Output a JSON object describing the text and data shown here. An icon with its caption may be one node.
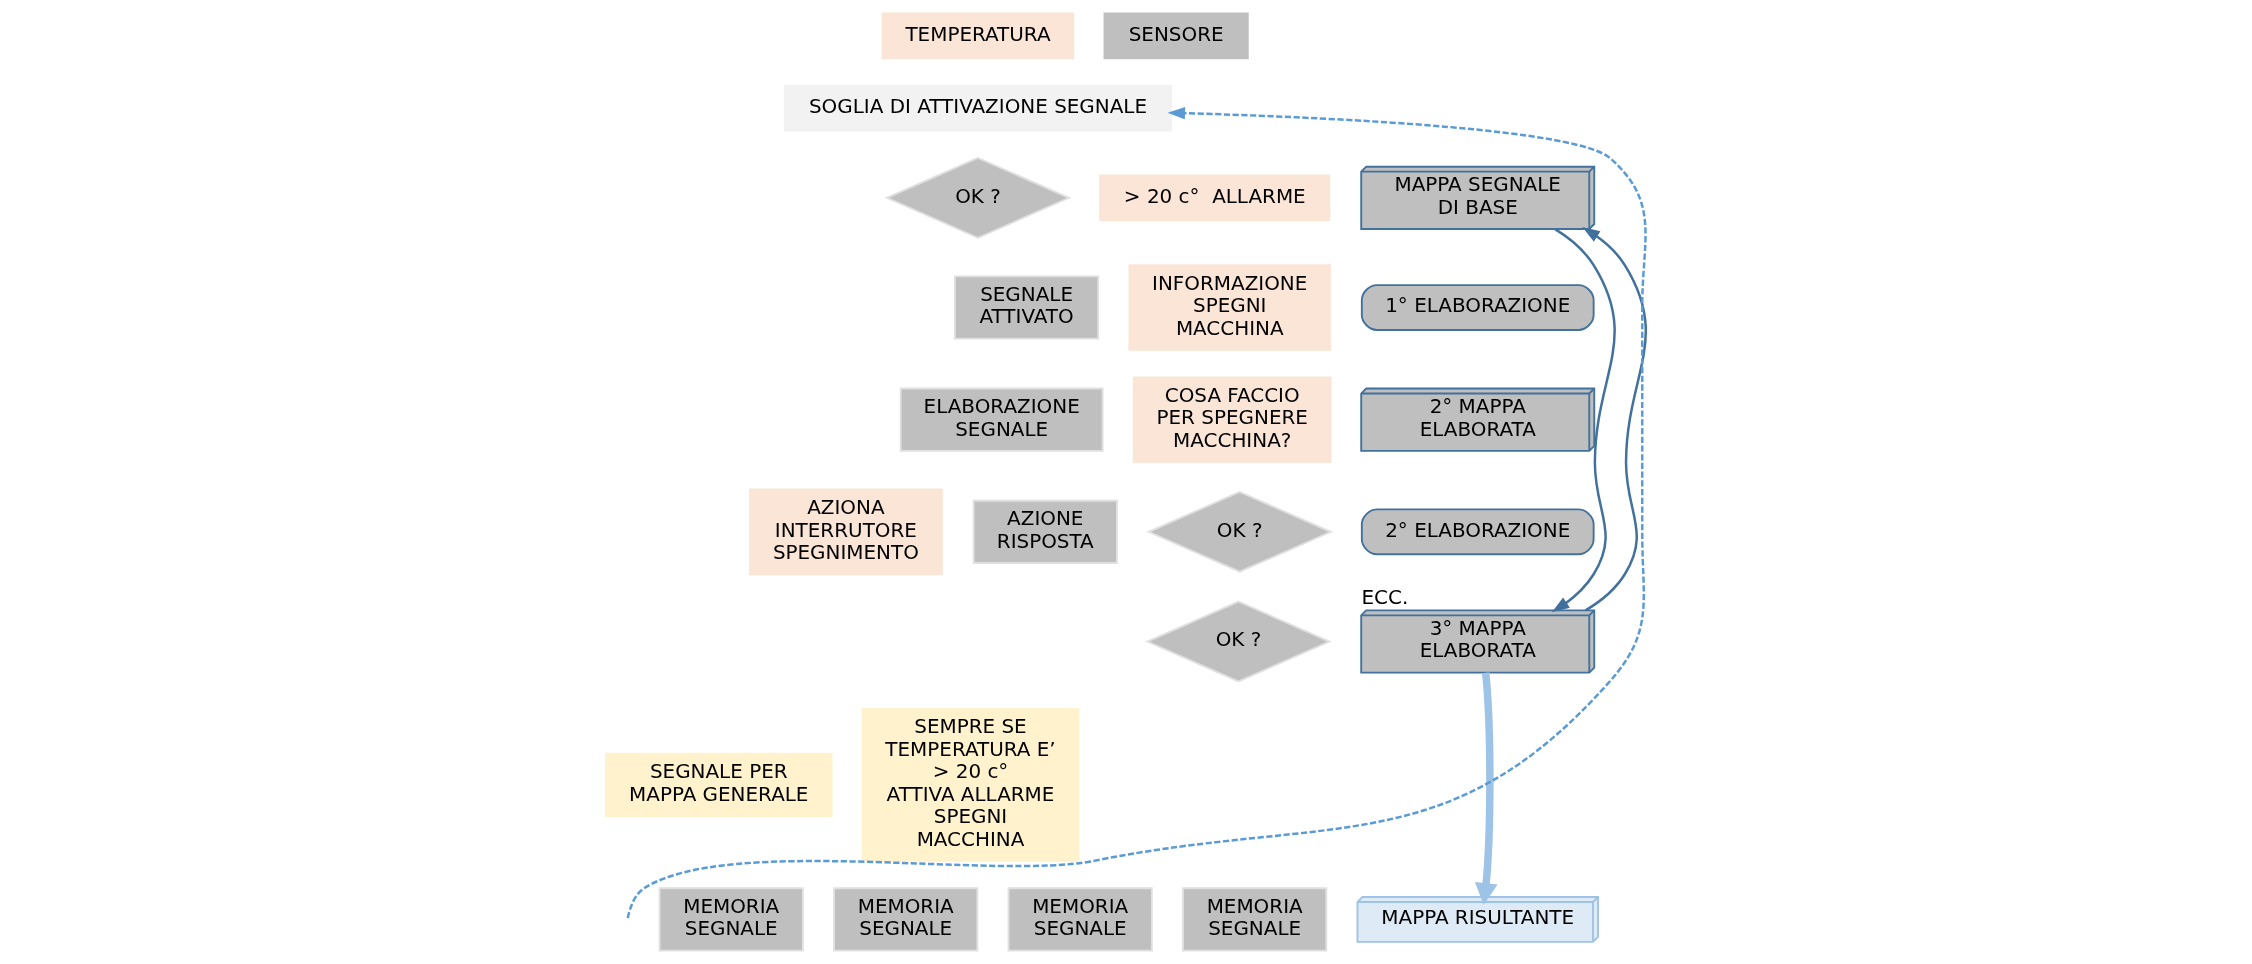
{
  "diagram": {
    "nodes": [
      {
        "text": [
          "TEMPERATURA"
        ]
      },
      {
        "text": [
          "SENSORE"
        ]
      },
      {
        "text": [
          "SOGLIA DI ATTIVAZIONE SEGNALE"
        ]
      },
      {
        "text": [
          "OK ?"
        ]
      },
      {
        "text": [
          "> 20 c°  ALLARME"
        ]
      },
      {
        "text": [
          "INFORMAZIONE SPEGNI MACCHINA"
        ]
      },
      {
        "text": [
          "SEGNALE ATTIVATO"
        ]
      },
      {
        "text": [
          "ELABORAZIONE SEGNALE"
        ]
      },
      {
        "text": [
          "COSA FACCIO PER SPEGNERE MACCHINA?"
        ]
      },
      {
        "text": [
          "AZIONA INTERRUTORE SPEGNIMENTO"
        ]
      },
      {
        "text": [
          "AZIONE RISPOSTA"
        ]
      },
      {
        "text": [
          "OK ?"
        ]
      },
      {
        "text": [
          "OK ?"
        ]
      },
      {
        "text": [
          "SEGNALE PER MAPPA GENERALE"
        ]
      },
      {
        "text": [
          "SEMPRE SE TEMPERATURA E’ > 20 c°  ATTIVA ALLARME SPEGNI MACCHINA"
        ]
      },
      {
        "text": [
          "MEMORIA SEGNALE"
        ]
      },
      {
        "text": [
          "MEMORIA SEGNALE"
        ]
      },
      {
        "text": [
          "MEMORIA SEGNALE"
        ]
      },
      {
        "text": [
          "MEMORIA SEGNALE"
        ]
      },
      {
        "text": [
          "MAPPA SEGNALE DI BASE"
        ]
      },
      {
        "text": [
          "1° ELABORAZIONE"
        ]
      },
      {
        "text": [
          "2° MAPPA ELABORATA"
        ]
      },
      {
        "text": [
          "2° ELABORAZIONE"
        ]
      },
      {
        "text": [
          "3° MAPPA ELABORATA"
        ],
        "beside": [
          "ECC."
        ]
      },
      {
        "text": [
          "MAPPA RISULTANTE"
        ]
      }
    ],
    "edges": [
      {
        "from": null,
        "to": 2,
        "arrow": "to",
        "style": "dashed",
        "color": "#5b9bd5"
      },
      {
        "from": 19,
        "to": 23,
        "arrow": "to"
      },
      {
        "from": 23,
        "to": 19,
        "arrow": "to"
      },
      {
        "from": 23,
        "to": 24,
        "arrow": "to",
        "style": "thick",
        "color": "#9dc3e6"
      }
    ]
  }
}
